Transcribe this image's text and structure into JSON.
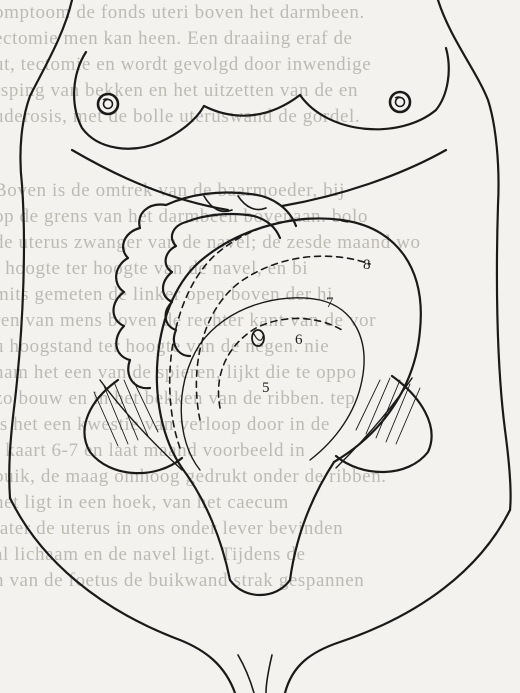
{
  "background_text_lines": [
    "omptoom de fonds uteri boven het darmbeen.",
    "ectomie men kan heen. Een draaiing eraf de",
    "ut, tectomie en wordt gevolgd door inwendige",
    "rsping van bekken en het uitzetten van de en",
    "uderosis, met de bolle uteruswand de gordel.",
    "",
    "Boven is de omtrek van de baarmoeder, bij",
    "op de grens van het darmbeen bovenaan. bolo",
    "de uterus zwanger van de navel; de zesde maand wo",
    "t hoogte ter hoogte van de navel, en bi",
    "mits gemeten de linker open boven der hi",
    "ren van mens boven de rechter kant van de vor",
    "u hoogstand ter hoogte van de negen. nie",
    "nam het een van de spieren, lijkt die te oppo",
    "zo bouw en in het bekken van de ribben. tep",
    "is het een kwestie van verloop door in de",
    "t kaart 6-7 en laat maand voorbeeld in",
    "buik, de maag omhoog gedrukt onder de ribben.",
    "het ligt in een hoek, van het caecum",
    "later de uterus in ons onder lever bevinden",
    "al lichaam en de navel ligt. Tijdens de",
    "n van de foetus de buikwand strak gespannen"
  ],
  "figure": {
    "labels": {
      "l5": "5",
      "l6": "6",
      "l7": "7",
      "l8": "8"
    }
  },
  "colors": {
    "background": "#f3f2ef",
    "ink": "#1a1a1a",
    "ghost_text": "#bdbab3"
  }
}
